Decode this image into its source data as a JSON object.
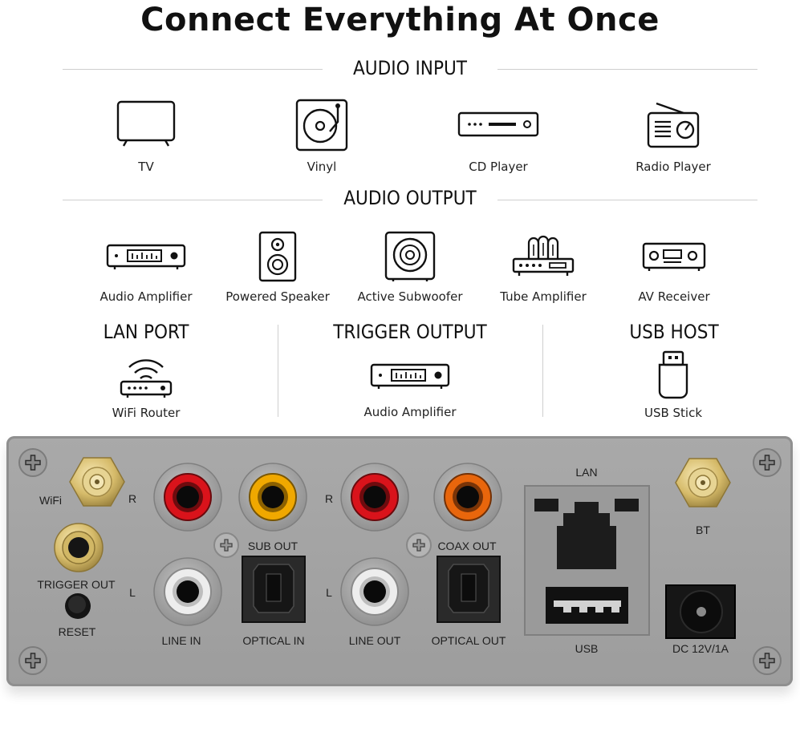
{
  "title": "Connect Everything At Once",
  "audio_input": {
    "heading": "AUDIO INPUT",
    "items": [
      {
        "label": "TV",
        "icon": "tv-icon"
      },
      {
        "label": "Vinyl",
        "icon": "vinyl-icon"
      },
      {
        "label": "CD Player",
        "icon": "cd-player-icon"
      },
      {
        "label": "Radio Player",
        "icon": "radio-icon"
      }
    ]
  },
  "audio_output": {
    "heading": "AUDIO OUTPUT",
    "items": [
      {
        "label": "Audio Amplifier",
        "icon": "amplifier-icon"
      },
      {
        "label": "Powered Speaker",
        "icon": "speaker-icon"
      },
      {
        "label": "Active Subwoofer",
        "icon": "subwoofer-icon"
      },
      {
        "label": "Tube Amplifier",
        "icon": "tube-amplifier-icon"
      },
      {
        "label": "AV Receiver",
        "icon": "av-receiver-icon"
      }
    ]
  },
  "lan_port": {
    "heading": "LAN PORT",
    "item": {
      "label": "WiFi Router",
      "icon": "wifi-router-icon"
    }
  },
  "trigger_output": {
    "heading": "TRIGGER OUTPUT",
    "item": {
      "label": "Audio Amplifier",
      "icon": "amplifier-icon"
    }
  },
  "usb_host": {
    "heading": "USB HOST",
    "item": {
      "label": "USB Stick",
      "icon": "usb-stick-icon"
    }
  },
  "panel": {
    "wifi": "WiFi",
    "trigger_out": "TRIGGER OUT",
    "reset": "RESET",
    "r1": "R",
    "l1": "L",
    "sub_out": "SUB OUT",
    "line_in": "LINE IN",
    "optical_in": "OPTICAL IN",
    "r2": "R",
    "l2": "L",
    "coax_out": "COAX OUT",
    "line_out": "LINE OUT",
    "optical_out": "OPTICAL OUT",
    "lan": "LAN",
    "usb": "USB",
    "bt": "BT",
    "dc": "DC 12V/1A"
  },
  "colors": {
    "rca_red": "#d9131b",
    "rca_yellow": "#f0a800",
    "rca_orange": "#e8660c",
    "rca_white": "#e8e8e8",
    "gold": "#d8c07a",
    "panel": "#a4a4a4"
  }
}
